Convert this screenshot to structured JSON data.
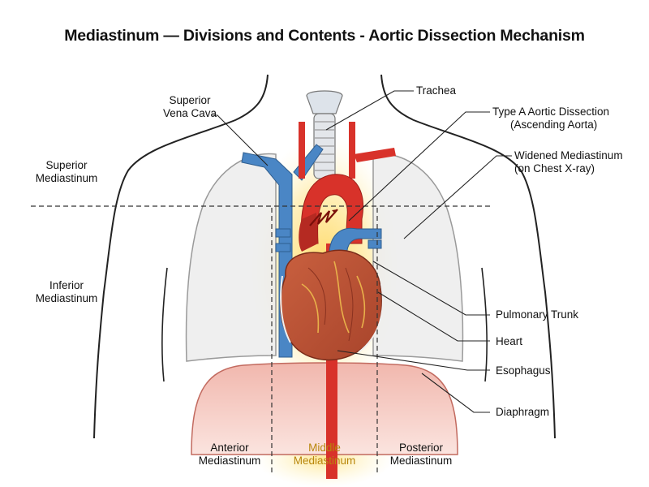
{
  "title": "Mediastinum — Divisions and Contents - Aortic Dissection Mechanism",
  "labels": {
    "svc": [
      "Superior",
      "Vena Cava"
    ],
    "trachea": "Trachea",
    "dissection": [
      "Type A Aortic Dissection",
      "(Ascending Aorta)"
    ],
    "widened": [
      "Widened Mediastinum",
      "(on Chest X-ray)"
    ],
    "superior_mediastinum": [
      "Superior",
      "Mediastinum"
    ],
    "inferior_mediastinum": [
      "Inferior",
      "Mediastinum"
    ],
    "pulmonary_trunk": "Pulmonary Trunk",
    "heart": "Heart",
    "esophagus": "Esophagus",
    "diaphragm": "Diaphragm",
    "anterior": [
      "Anterior",
      "Mediastinum"
    ],
    "middle": [
      "Middle",
      "Mediastinum"
    ],
    "posterior": [
      "Posterior",
      "Mediastinum"
    ]
  },
  "colors": {
    "artery": "#d8322a",
    "vein": "#4a86c5",
    "glow": "#ffd24a",
    "lung": "#e6e6e6",
    "middle_text": "#b8860b"
  }
}
